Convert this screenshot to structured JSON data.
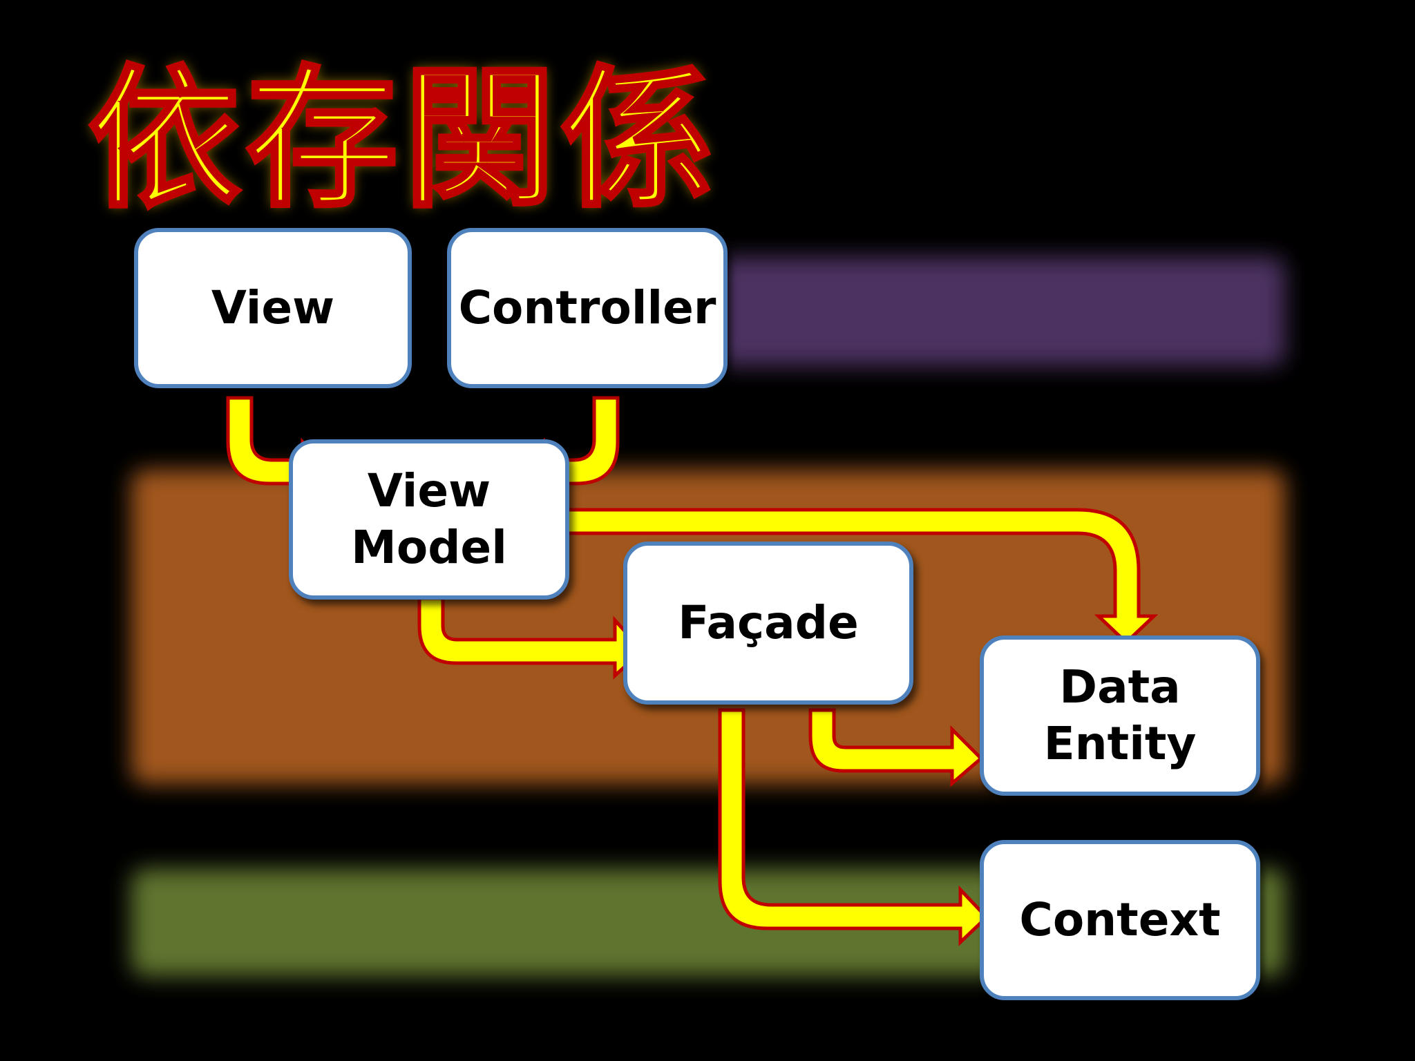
{
  "title": "依存関係",
  "colors": {
    "background": "#000000",
    "band_top": "#4b3160",
    "band_middle": "#a0561e",
    "band_bottom": "#5e742e",
    "arrow_fill": "#ffff00",
    "arrow_outline": "#c00000",
    "box_border": "#4f81bd",
    "box_fill": "#ffffff",
    "title_fill": "#ffff00",
    "title_outline": "#c00000"
  },
  "nodes": {
    "view": "View",
    "controller": "Controller",
    "view_model": "View\nModel",
    "facade": "Façade",
    "data_entity": "Data\nEntity",
    "context": "Context"
  },
  "edges": [
    {
      "from": "View",
      "to": "View Model"
    },
    {
      "from": "Controller",
      "to": "View Model"
    },
    {
      "from": "View Model",
      "to": "Data Entity"
    },
    {
      "from": "View Model",
      "to": "Façade"
    },
    {
      "from": "Façade",
      "to": "Data Entity"
    },
    {
      "from": "Façade",
      "to": "Context"
    }
  ]
}
